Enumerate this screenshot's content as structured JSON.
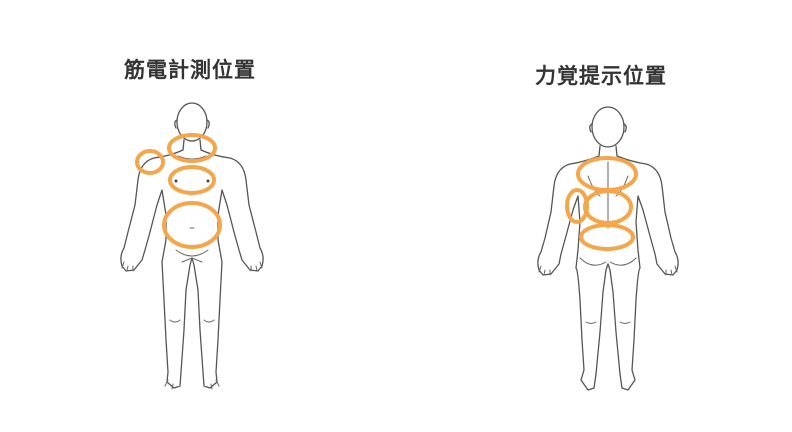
{
  "titles": {
    "emg_positions": "筋電計測位置",
    "haptic_positions": "力覚提示位置"
  },
  "colors": {
    "marker": "#F5A54A",
    "outline": "#555555",
    "title_text": "#333333"
  },
  "markers": {
    "emg": [
      "upper-arm",
      "upper-chest",
      "lower-chest",
      "abdomen"
    ],
    "haptic": [
      "upper-back",
      "side-flank",
      "lower-back",
      "hips"
    ]
  }
}
